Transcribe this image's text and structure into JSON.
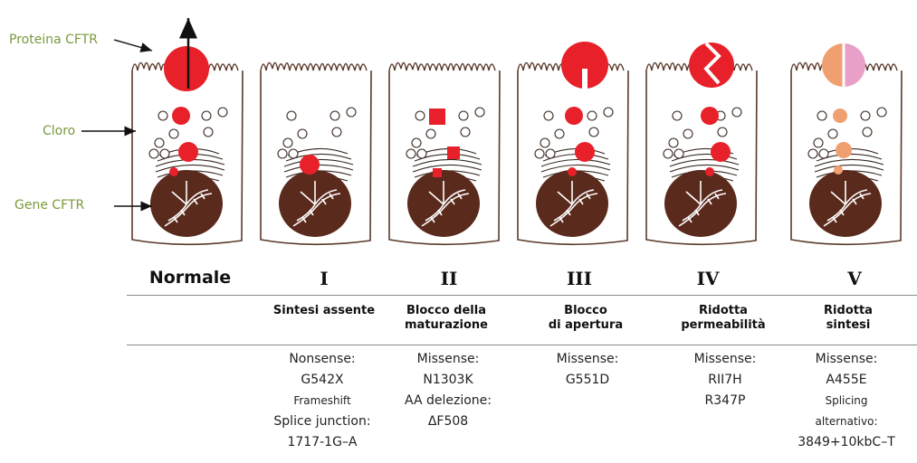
{
  "side_labels": {
    "protein": "Proteina CFTR",
    "chloride": "Cloro",
    "gene": "Gene CFTR"
  },
  "colors": {
    "cell_outline": "#5a3a2a",
    "nucleus": "#5a2a1c",
    "channel_red": "#e8202a",
    "class5_peach": "#f0a070",
    "class5_pink": "#e8a0c8",
    "label_green": "#7a9a3c"
  },
  "columns": [
    {
      "header": "Normale",
      "description": [],
      "mutations": []
    },
    {
      "header": "I",
      "description": [
        "Sintesi assente"
      ],
      "mutations": [
        "Nonsense:",
        "G542X",
        "Frameshift",
        "Splice junction:",
        "1717-1G–A"
      ]
    },
    {
      "header": "II",
      "description": [
        "Blocco della",
        "maturazione"
      ],
      "mutations": [
        "Missense:",
        "N1303K",
        "AA delezione:",
        "ΔF508"
      ]
    },
    {
      "header": "III",
      "description": [
        "Blocco",
        "di apertura"
      ],
      "mutations": [
        "Missense:",
        "G551D"
      ]
    },
    {
      "header": "IV",
      "description": [
        "Ridotta",
        "permeabilità"
      ],
      "mutations": [
        "Missense:",
        "RII7H",
        "R347P"
      ]
    },
    {
      "header": "V",
      "description": [
        "Ridotta",
        "sintesi"
      ],
      "mutations": [
        "Missense:",
        "A455E",
        "Splicing",
        "alternativo:",
        "3849+10kbC–T"
      ]
    }
  ]
}
